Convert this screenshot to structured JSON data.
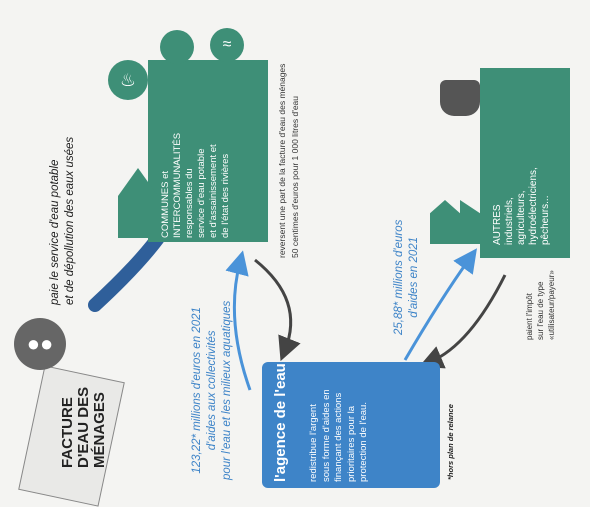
{
  "facture": {
    "title": "FACTURE\nD'EAU DES\nMÉNAGES"
  },
  "menages_note": "paie le service d'eau potable\net de dépollution des eaux usées",
  "communes": {
    "heading": "COMMUNES et\nINTERCOMMUNALITÉS",
    "body": "responsables du\nservice d'eau potable\net d'assainissement et\nde l'état des rivières"
  },
  "reversent": "reversent une part de la facture d'eau des ménages\n50 centimes d'euros pour 1 000 litres d'eau",
  "autres": {
    "heading": "AUTRES",
    "body": "industriels,\nagriculteurs,\nhydroélectriciens,\npêcheurs..."
  },
  "autres_note": "paient l'impôt\nsur l'eau de type\n«utilisateur/payeur»",
  "agence": {
    "title": "l'agence de l'eau",
    "body": "redistribue l'argent\nsous forme d'aides en\nfinançant des actions\nprioritaires pour la\nprotection de l'eau."
  },
  "flow_collectivites": "123,22* millions d'euros en 2021\nd'aides aux collectivités\npour l'eau et les milieux aquatiques",
  "flow_autres": "25,88* millions d'euros\nd'aides en 2021",
  "footnote": "*hors plan de relance",
  "colors": {
    "green": "#3e8f77",
    "blue": "#3e84c8",
    "arrow": "#2f5f9a",
    "dark": "#555"
  }
}
